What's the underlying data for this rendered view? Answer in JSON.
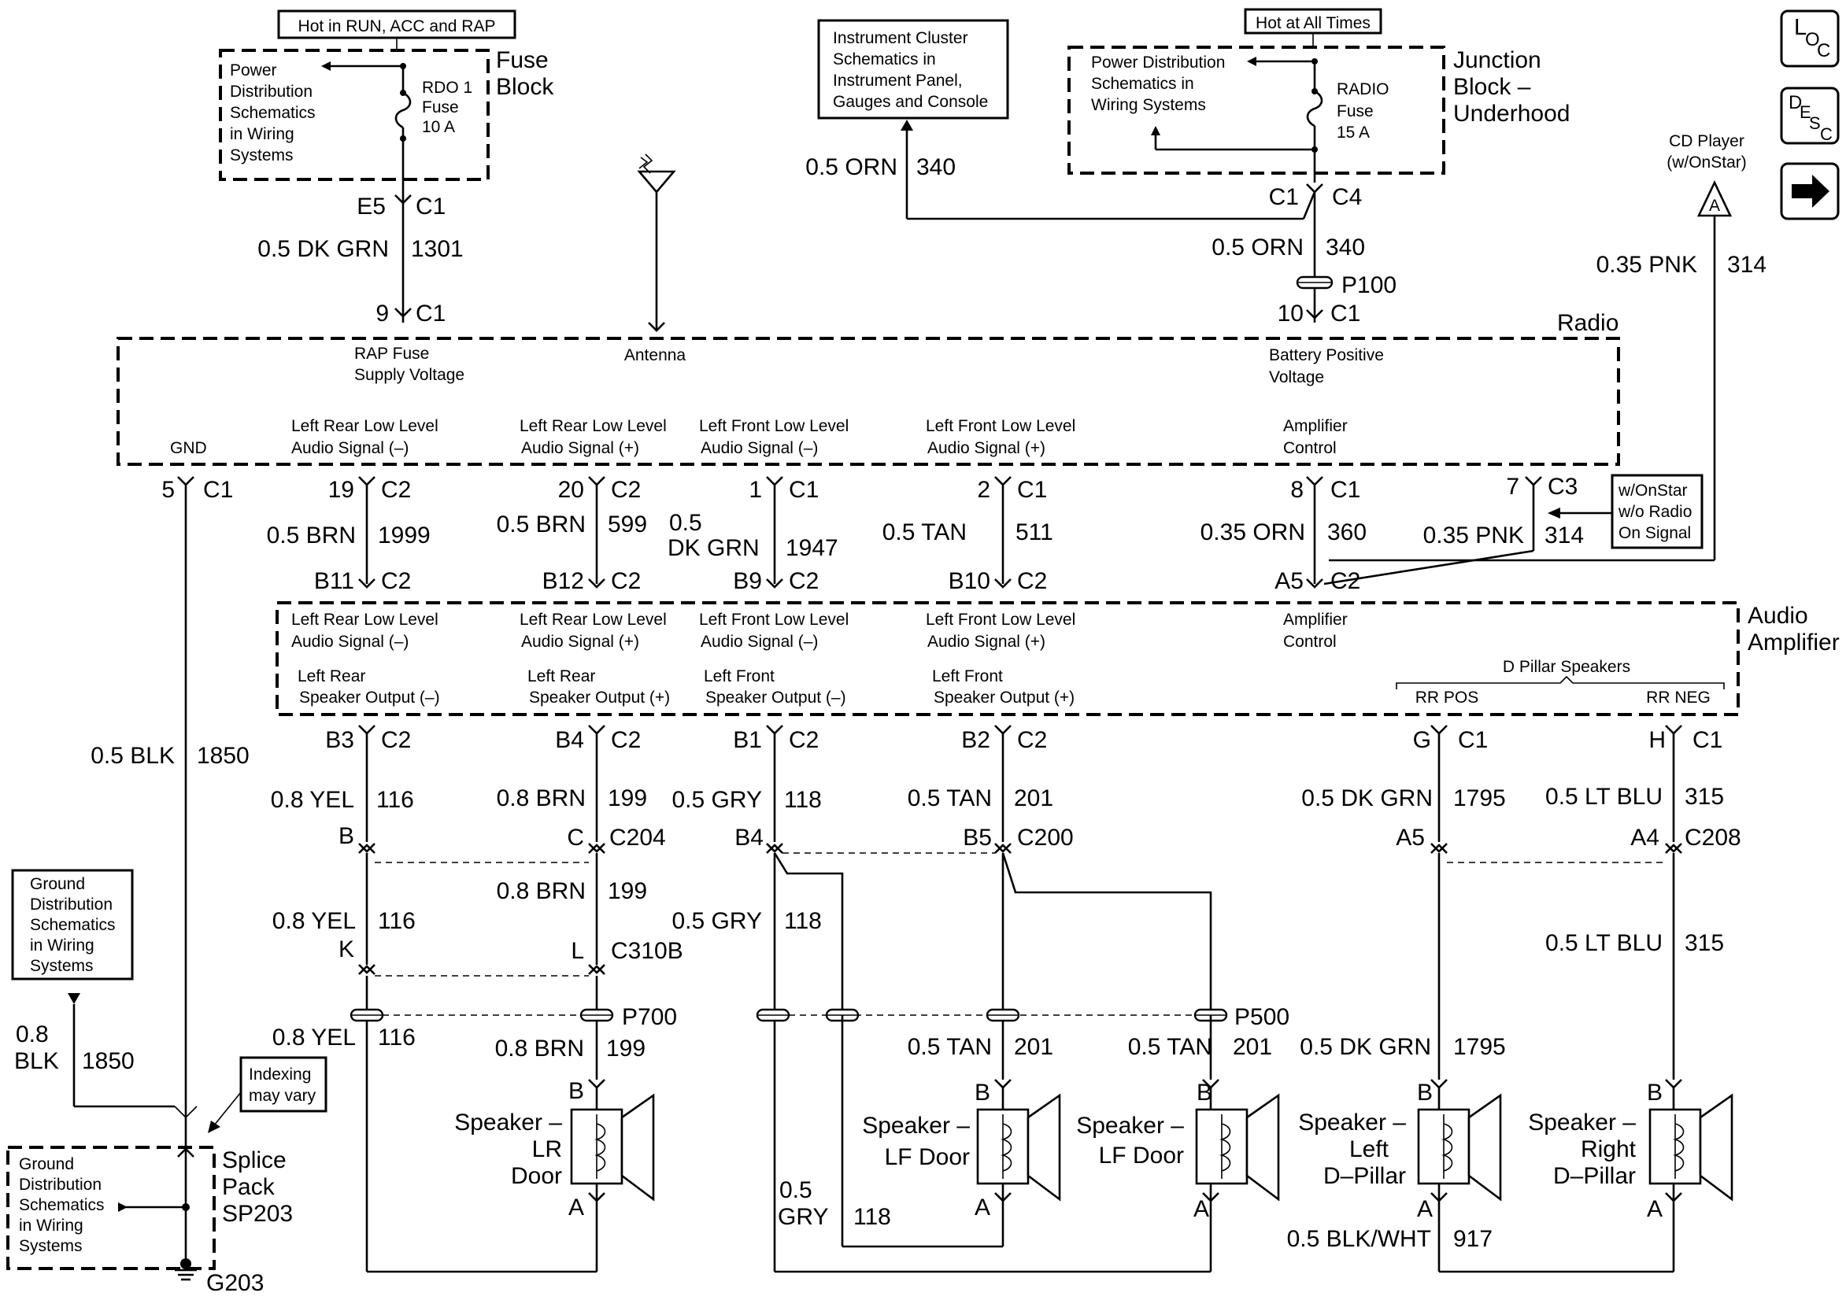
{
  "nav_icons": [
    {
      "label": "L O C",
      "icon": "location-icon"
    },
    {
      "label": "D E S C",
      "icon": "description-icon"
    },
    {
      "label": "",
      "icon": "right-arrow-icon"
    }
  ],
  "fuse_block": {
    "note": "Hot in RUN, ACC and RAP",
    "title": [
      "Fuse",
      "Block"
    ],
    "power_ref": [
      "Power",
      "Distribution",
      "Schematics",
      "in Wiring",
      "Systems"
    ],
    "fuse": [
      "RDO 1",
      "Fuse",
      "10 A"
    ],
    "pin_out": "E5",
    "conn_out": "C1",
    "wire_gauge": "0.5 DK GRN",
    "wire_circuit": "1301"
  },
  "instrument_ref": [
    "Instrument Cluster",
    "Schematics in",
    "Instrument Panel,",
    "Gauges and Console"
  ],
  "wire_340_a": {
    "gauge": "0.5 ORN",
    "circuit": "340"
  },
  "junction_block": {
    "note": "Hot at All Times",
    "title": [
      "Junction",
      "Block –",
      "Underhood"
    ],
    "power_ref": [
      "Power Distribution",
      "Schematics in",
      "Wiring Systems"
    ],
    "fuse": [
      "RADIO",
      "Fuse",
      "15 A"
    ],
    "conn_left": "C1",
    "conn_right": "C4",
    "wire_gauge": "0.5 ORN",
    "wire_circuit": "340",
    "splice": "P100"
  },
  "cd_player": {
    "label": [
      "CD Player",
      "(w/OnStar)"
    ],
    "symbol": "A",
    "wire_gauge": "0.35 PNK",
    "wire_circuit": "314"
  },
  "radio": {
    "title": "Radio",
    "top_pins": [
      {
        "pin": "9",
        "conn": "C1",
        "label": [
          "RAP Fuse",
          "Supply Voltage"
        ]
      },
      {
        "pin": "",
        "conn": "",
        "label": [
          "Antenna"
        ]
      },
      {
        "pin": "10",
        "conn": "C1",
        "label": [
          "Battery Positive",
          "Voltage"
        ]
      }
    ],
    "bottom_labels": [
      [
        "GND"
      ],
      [
        "Left Rear Low Level",
        "Audio Signal (–)"
      ],
      [
        "Left Rear Low Level",
        "Audio Signal (+)"
      ],
      [
        "Left Front Low Level",
        "Audio Signal (–)"
      ],
      [
        "Left Front Low Level",
        "Audio Signal (+)"
      ],
      [
        "Amplifier",
        "Control"
      ]
    ],
    "pins": [
      {
        "pin": "5",
        "conn": "C1"
      },
      {
        "pin": "19",
        "conn": "C2"
      },
      {
        "pin": "20",
        "conn": "C2"
      },
      {
        "pin": "1",
        "conn": "C1"
      },
      {
        "pin": "2",
        "conn": "C1"
      },
      {
        "pin": "8",
        "conn": "C1"
      },
      {
        "pin": "7",
        "conn": "C3"
      }
    ]
  },
  "onstar_note": [
    "w/OnStar",
    "w/o Radio",
    "On Signal"
  ],
  "radio_amp_wires": [
    {
      "gauge": "0.5 BRN",
      "circuit": "1999"
    },
    {
      "gauge": "0.5 BRN",
      "circuit": "599"
    },
    {
      "gauge": "0.5 DK GRN",
      "circuit": "1947"
    },
    {
      "gauge": "0.5 TAN",
      "circuit": "511"
    },
    {
      "gauge": "0.35 ORN",
      "circuit": "360"
    },
    {
      "gauge": "0.35 PNK",
      "circuit": "314"
    }
  ],
  "audio_amplifier": {
    "title": [
      "Audio",
      "Amplifier"
    ],
    "in_pins": [
      {
        "pin": "B11",
        "conn": "C2"
      },
      {
        "pin": "B12",
        "conn": "C2"
      },
      {
        "pin": "B9",
        "conn": "C2"
      },
      {
        "pin": "B10",
        "conn": "C2"
      },
      {
        "pin": "A5",
        "conn": "C2"
      }
    ],
    "in_labels": [
      [
        "Left Rear Low Level",
        "Audio Signal (–)"
      ],
      [
        "Left Rear Low Level",
        "Audio Signal (+)"
      ],
      [
        "Left Front Low Level",
        "Audio Signal (–)"
      ],
      [
        "Left Front Low Level",
        "Audio Signal (+)"
      ],
      [
        "Amplifier",
        "Control"
      ]
    ],
    "out_labels": [
      [
        "Left Rear",
        "Speaker Output (–)"
      ],
      [
        "Left Rear",
        "Speaker Output (+)"
      ],
      [
        "Left Front",
        "Speaker Output (–)"
      ],
      [
        "Left Front",
        "Speaker Output (+)"
      ]
    ],
    "d_pillar": {
      "title": "D Pillar Speakers",
      "pos": "RR POS",
      "neg": "RR NEG"
    },
    "out_pins": [
      {
        "pin": "B3",
        "conn": "C2"
      },
      {
        "pin": "B4",
        "conn": "C2"
      },
      {
        "pin": "B1",
        "conn": "C2"
      },
      {
        "pin": "B2",
        "conn": "C2"
      },
      {
        "pin": "G",
        "conn": "C1"
      },
      {
        "pin": "H",
        "conn": "C1"
      }
    ]
  },
  "gnd_wire": {
    "gauge": "0.5 BLK",
    "circuit": "1850"
  },
  "out_wires": [
    {
      "gauge": "0.8 YEL",
      "circuit": "116"
    },
    {
      "gauge": "0.8 BRN",
      "circuit": "199"
    },
    {
      "gauge": "0.5 GRY",
      "circuit": "118"
    },
    {
      "gauge": "0.5 TAN",
      "circuit": "201"
    },
    {
      "gauge": "0.5 DK GRN",
      "circuit": "1795"
    },
    {
      "gauge": "0.5 LT BLU",
      "circuit": "315"
    }
  ],
  "inline_connectors": {
    "c204": {
      "pins": [
        "B",
        "C"
      ],
      "name": "C204"
    },
    "c200": {
      "pins": [
        "B4",
        "B5"
      ],
      "name": "C200"
    },
    "c208": {
      "pins": [
        "A5",
        "A4"
      ],
      "name": "C208"
    },
    "c310b": {
      "pins": [
        "K",
        "L"
      ],
      "name": "C310B"
    }
  },
  "mid_wires": [
    {
      "gauge": "0.8 YEL",
      "circuit": "116"
    },
    {
      "gauge": "0.8 BRN",
      "circuit": "199"
    },
    {
      "gauge": "0.5 GRY",
      "circuit": "118"
    },
    {
      "gauge": "0.5 LT BLU",
      "circuit": "315"
    }
  ],
  "splices": {
    "p700": "P700",
    "p500": "P500"
  },
  "ground_ref_top": [
    "Ground",
    "Distribution",
    "Schematics",
    "in Wiring",
    "Systems"
  ],
  "ground_wire": {
    "gauge": [
      "0.8",
      "BLK"
    ],
    "circuit": "1850"
  },
  "indexing_note": [
    "Indexing",
    "may vary"
  ],
  "splice_pack": {
    "label": [
      "Splice",
      "Pack",
      "SP203"
    ],
    "ground_ref": [
      "Ground",
      "Distribution",
      "Schematics",
      "in Wiring",
      "Systems"
    ],
    "ground": "G203"
  },
  "speaker_wires": [
    {
      "gauge": "0.8 YEL",
      "circuit": "116"
    },
    {
      "gauge": "0.8 BRN",
      "circuit": "199"
    },
    {
      "gauge": "0.5 TAN",
      "circuit": "201"
    },
    {
      "gauge": "0.5 TAN",
      "circuit": "201"
    },
    {
      "gauge": "0.5 DK GRN",
      "circuit": "1795"
    }
  ],
  "speakers": [
    {
      "name": [
        "Speaker –",
        "LR",
        "Door"
      ],
      "pin_top": "B",
      "pin_bottom": "A"
    },
    {
      "name": [
        "Speaker –",
        "LF Door"
      ],
      "pin_top": "B",
      "pin_bottom": "A"
    },
    {
      "name": [
        "Speaker –",
        "LF Door"
      ],
      "pin_top": "B",
      "pin_bottom": "A"
    },
    {
      "name": [
        "Speaker –",
        "Left",
        "D–Pillar"
      ],
      "pin_top": "B",
      "pin_bottom": "A"
    },
    {
      "name": [
        "Speaker –",
        "Right",
        "D–Pillar"
      ],
      "pin_top": "B",
      "pin_bottom": "A"
    }
  ],
  "return_wires": [
    {
      "gauge": [
        "0.5",
        "GRY"
      ],
      "circuit": "118"
    },
    {
      "gauge": "0.5 BLK/WHT",
      "circuit": "917"
    }
  ]
}
